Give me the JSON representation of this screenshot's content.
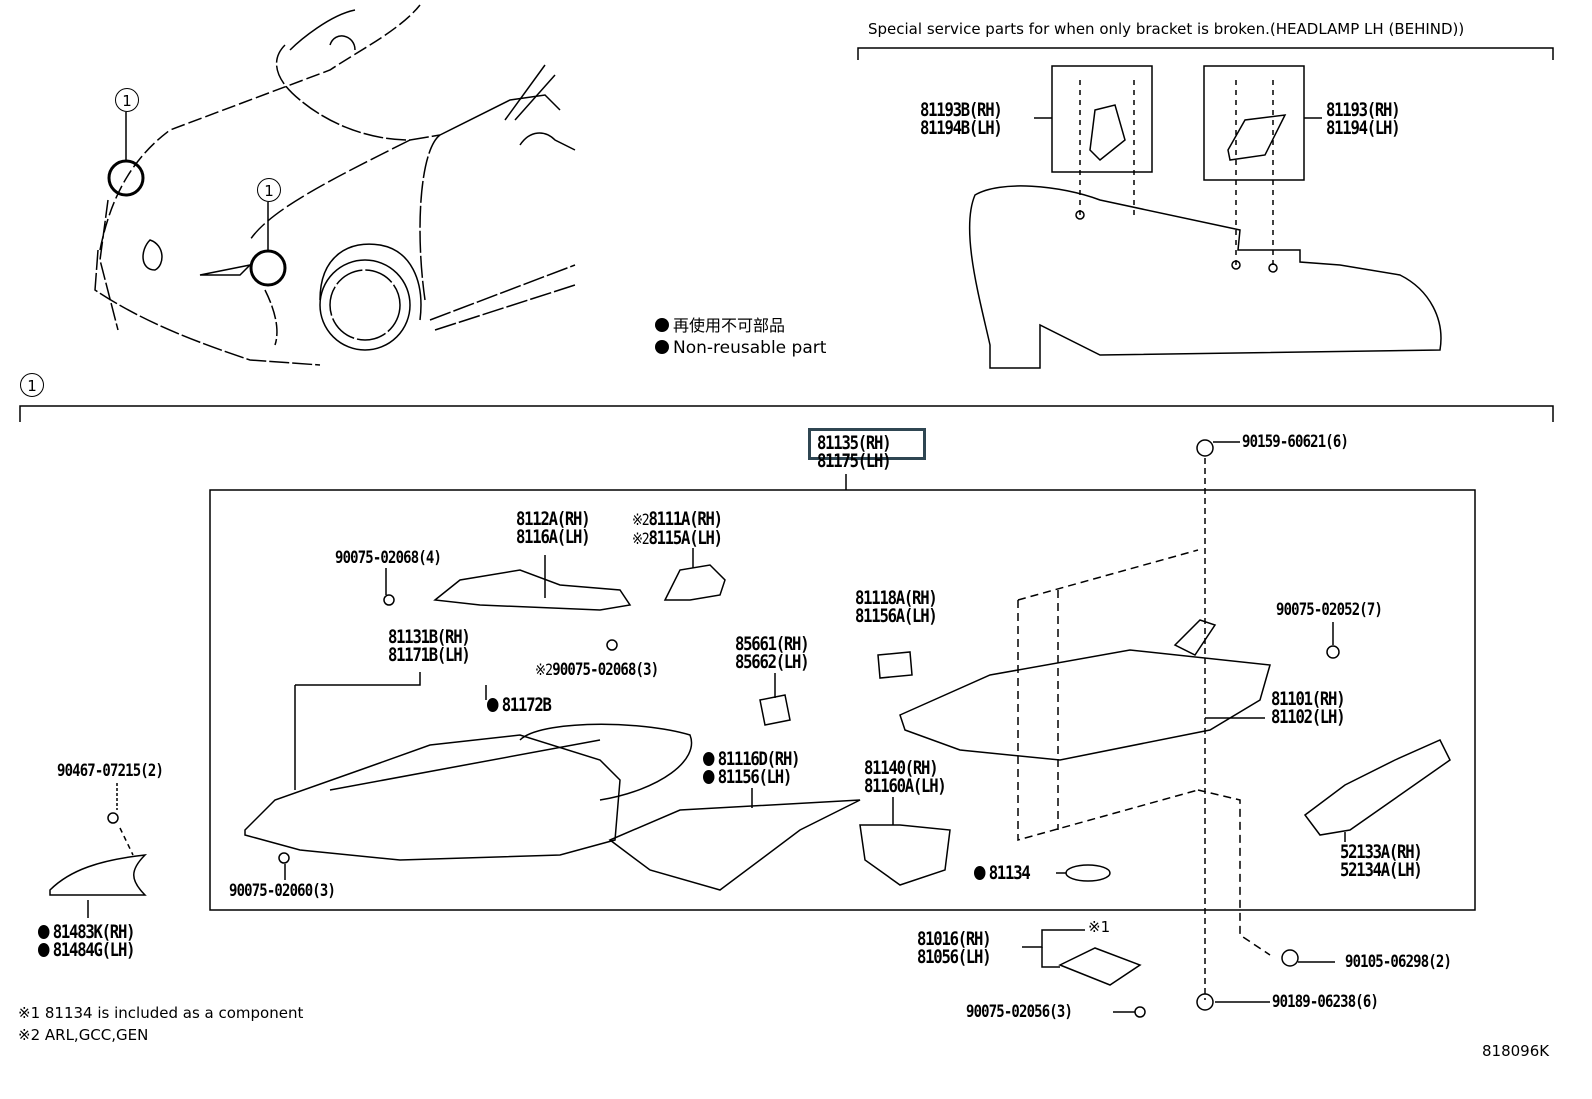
{
  "diagram": {
    "title": "Headlamp assembly parts diagram",
    "drawing_id": "818096K",
    "callout_symbol": "1",
    "legend": {
      "marker": "filled-circle",
      "japanese": "再使用不可部品",
      "english": "Non-reusable part"
    },
    "special_service": {
      "caption": "Special service parts for when only bracket is broken.(HEADLAMP LH (BEHIND))",
      "left_bracket": [
        "81193B(RH)",
        "81194B(LH)"
      ],
      "right_bracket": [
        "81193(RH)",
        "81194(LH)"
      ]
    },
    "assembly": {
      "highlighted": "81135(RH)",
      "second": "81175(LH)"
    },
    "parts": {
      "screw_top": "90159-60621(6)",
      "ext_8112A": [
        "8112A(RH)",
        "8116A(LH)"
      ],
      "ext_8111A": [
        "8111A(RH)",
        "8115A(LH)"
      ],
      "ext_8111A_note": "※2",
      "screw_4": "90075-02068(4)",
      "screw_3_note": "※2",
      "screw_3": "90075-02068(3)",
      "lens_81131B": [
        "81131B(RH)",
        "81171B(LH)"
      ],
      "gasket_81172B": "81172B",
      "p_85661": [
        "85661(RH)",
        "85662(LH)"
      ],
      "p_81118A": [
        "81118A(RH)",
        "81156A(LH)"
      ],
      "screw_7": "90075-02052(7)",
      "housing_81101": [
        "81101(RH)",
        "81102(LH)"
      ],
      "clip_2": "90467-07215(2)",
      "p_81116D": [
        "81116D(RH)",
        "81156(LH)"
      ],
      "p_81140": [
        "81140(RH)",
        "81160A(LH)"
      ],
      "screw_60_3": "90075-02060(3)",
      "oring_81134": "81134",
      "p_52133A": [
        "52133A(RH)",
        "52134A(LH)"
      ],
      "molding_81483K": [
        "81483K(RH)",
        "81484G(LH)"
      ],
      "computer_81016": [
        "81016(RH)",
        "81056(LH)"
      ],
      "computer_note": "※1",
      "bolt_2": "90105-06298(2)",
      "nut_6": "90189-06238(6)",
      "screw_56_3": "90075-02056(3)"
    },
    "notes": [
      "※1 81134 is included as a component",
      "※2 ARL,GCC,GEN"
    ]
  }
}
